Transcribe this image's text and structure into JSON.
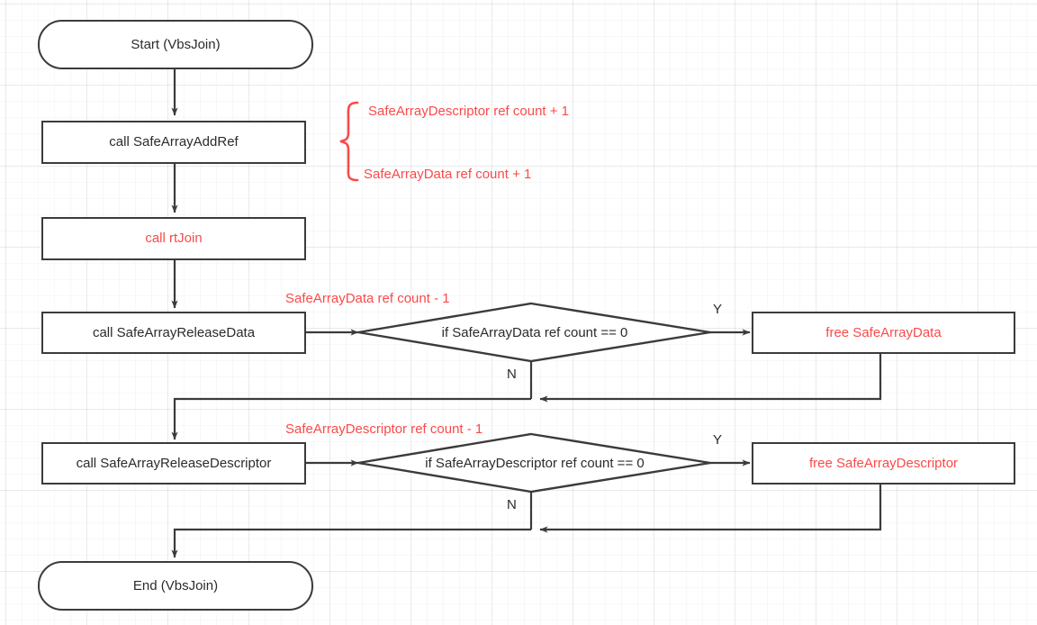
{
  "diagram": {
    "title": "VbsJoin SafeArray reference counting flow",
    "colors": {
      "stroke": "#3b3b3b",
      "red": "#fa4a4a",
      "text": "#2b2b2b",
      "background": "#ffffff",
      "grid_minor": "rgba(0,0,0,0.028)",
      "grid_major": "rgba(0,0,0,0.055)"
    },
    "nodes": {
      "start": "Start (VbsJoin)",
      "add_ref": "call SafeArrayAddRef",
      "rt_join": "call rtJoin",
      "release_data": "call SafeArrayReleaseData",
      "check_data": "if SafeArrayData ref count == 0",
      "free_data": "free SafeArrayData",
      "release_descriptor": "call SafeArrayReleaseDescriptor",
      "check_descriptor": "if SafeArrayDescriptor ref count == 0",
      "free_descriptor": "free SafeArrayDescriptor",
      "end": "End (VbsJoin)"
    },
    "edge_labels": {
      "data_yes": "Y",
      "data_no": "N",
      "descriptor_yes": "Y",
      "descriptor_no": "N"
    },
    "annotations": {
      "descriptor_inc": "SafeArrayDescriptor ref count + 1",
      "data_inc": "SafeArrayData ref count + 1",
      "data_dec": "SafeArrayData ref count - 1",
      "descriptor_dec": "SafeArrayDescriptor ref count - 1"
    }
  }
}
